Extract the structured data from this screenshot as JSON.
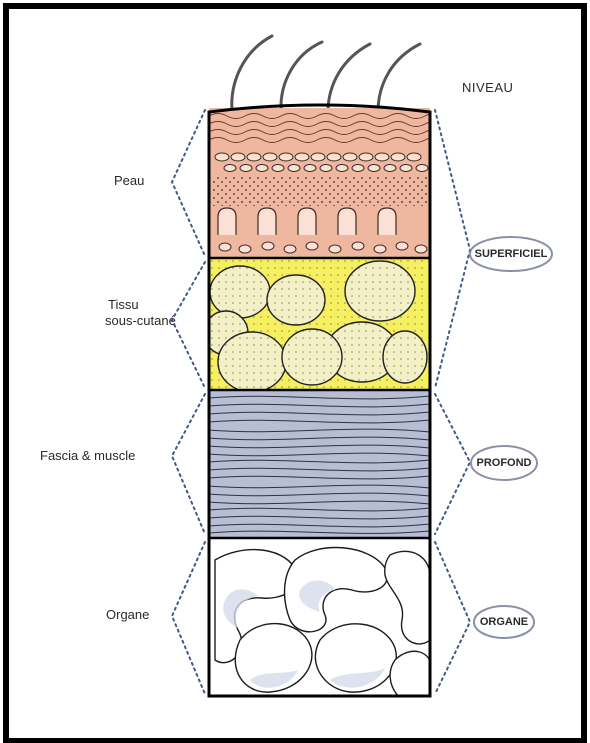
{
  "diagram": {
    "level_title": "NIVEAU",
    "layers": [
      {
        "name": "Peau",
        "level": "SUPERFICIEL",
        "color": "#efb79f"
      },
      {
        "name": "Tissu sous-cutané",
        "line1": "Tissu",
        "line2": "sous-cutané",
        "color": "#f6f061"
      },
      {
        "name": "Fascia & muscle",
        "level": "PROFOND",
        "color": "#b7bed3"
      },
      {
        "name": "Organe",
        "level": "ORGANE",
        "color": "#ffffff"
      }
    ],
    "colors": {
      "frame": "#000000",
      "skin": "#efb79f",
      "fat": "#f6f061",
      "fat_lobule": "#f4f0c6",
      "muscle": "#b7bed3",
      "organ_shadow": "#d4dbea",
      "ellipse_stroke": "#8891a8"
    }
  }
}
